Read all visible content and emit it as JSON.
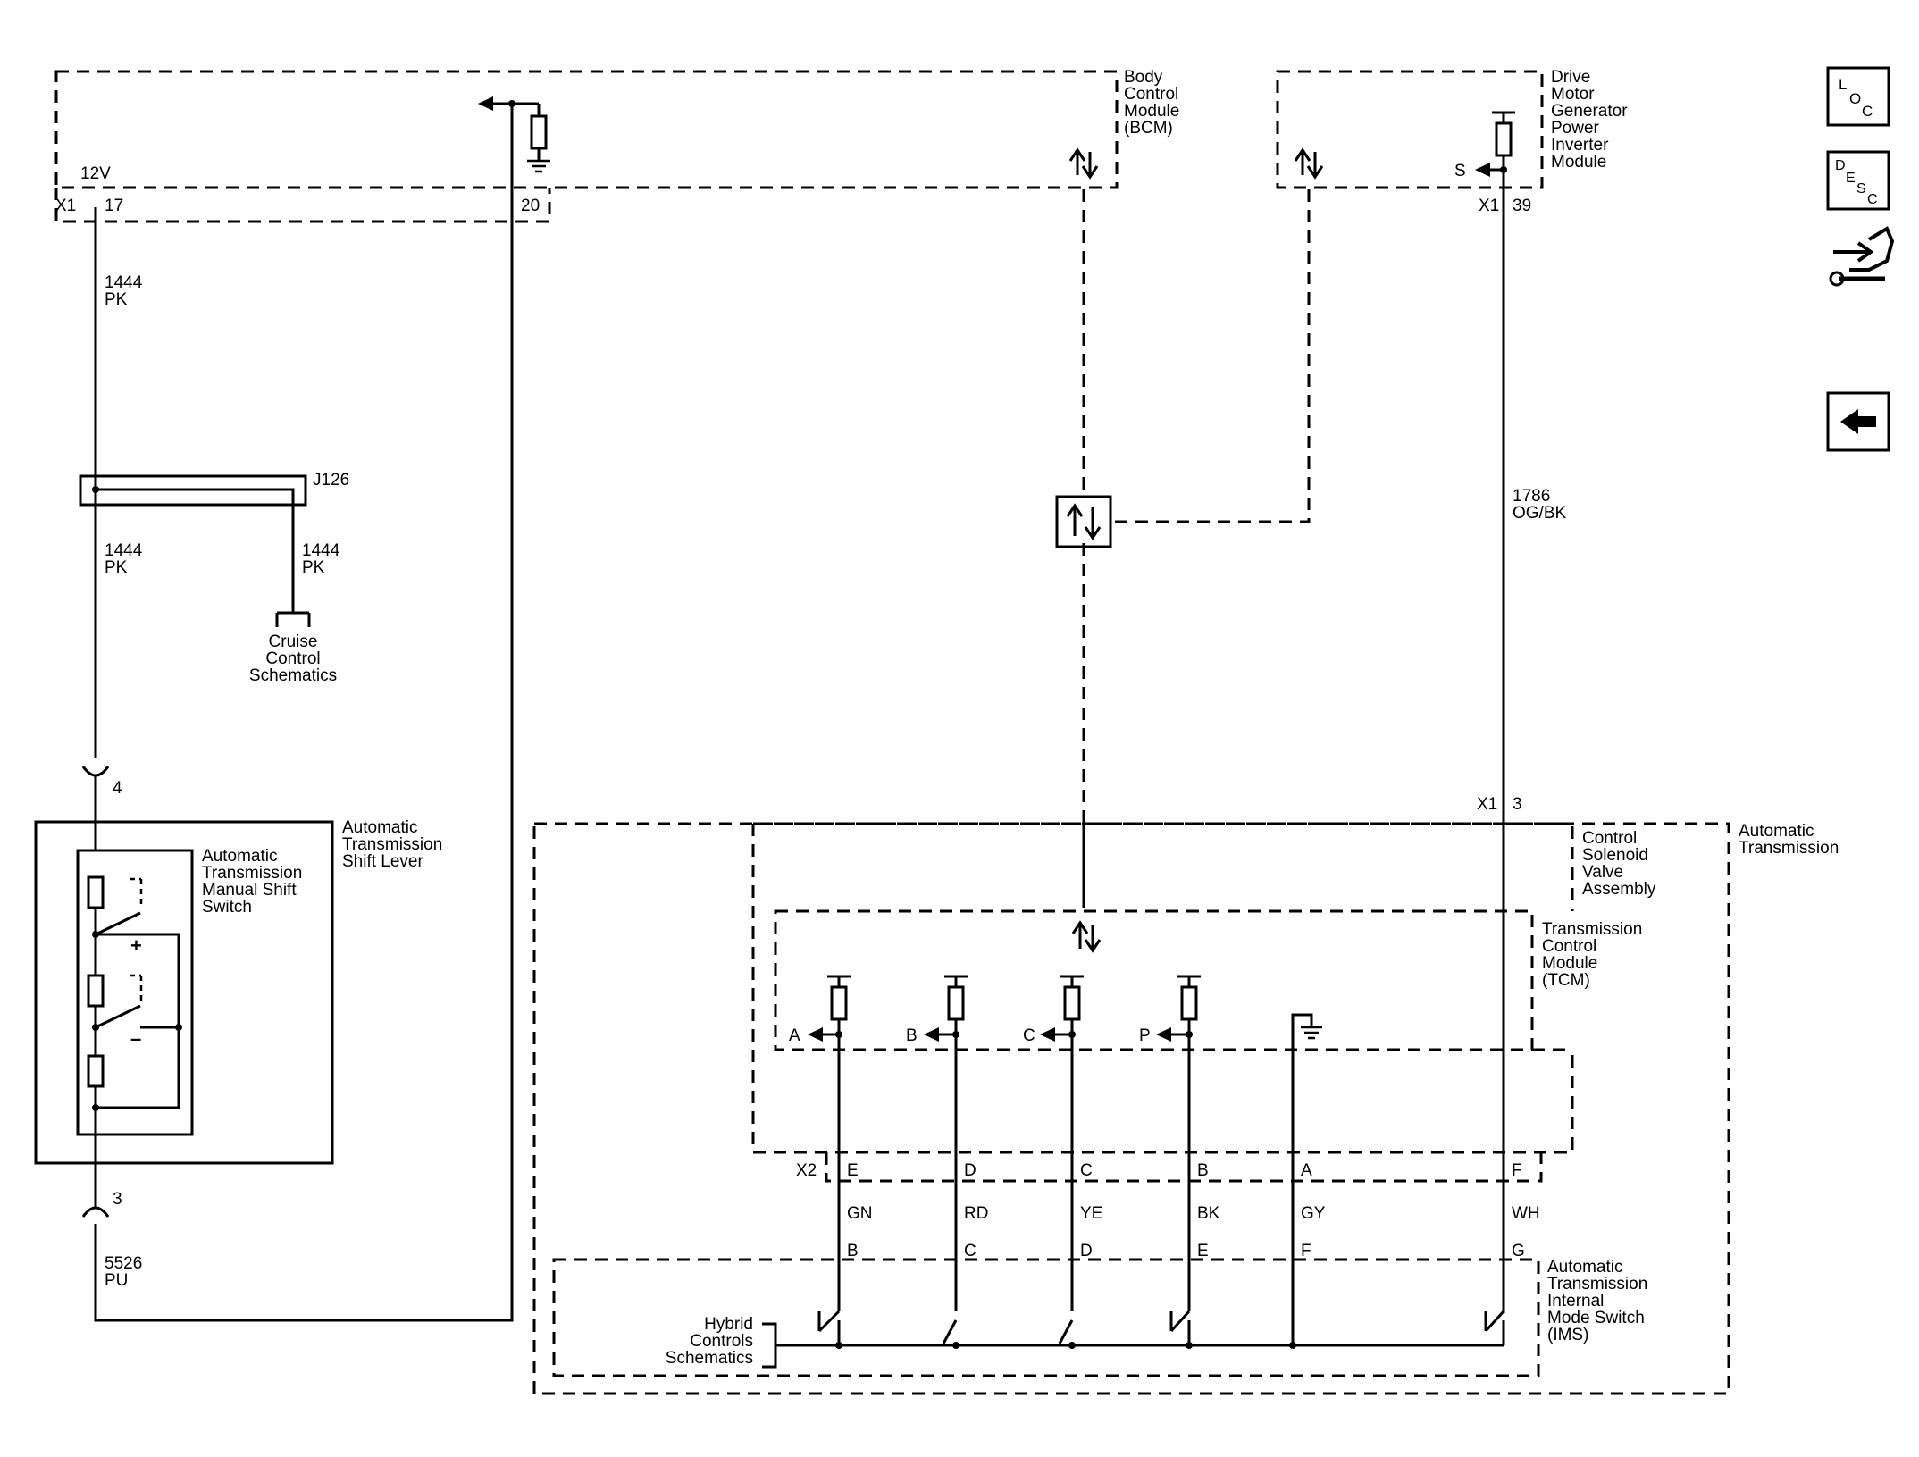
{
  "modules": {
    "bcm": [
      "Body",
      "Control",
      "Module",
      "(BCM)"
    ],
    "dmgpim": [
      "Drive",
      "Motor",
      "Generator",
      "Power",
      "Inverter",
      "Module"
    ],
    "shift_lever": [
      "Automatic",
      "Transmission",
      "Shift Lever"
    ],
    "manual_shift_switch": [
      "Automatic",
      "Transmission",
      "Manual Shift",
      "Switch"
    ],
    "control_solenoid": [
      "Control",
      "Solenoid",
      "Valve",
      "Assembly"
    ],
    "auto_trans": [
      "Automatic",
      "Transmission"
    ],
    "tcm": [
      "Transmission",
      "Control",
      "Module",
      "(TCM)"
    ],
    "ims": [
      "Automatic",
      "Transmission",
      "Internal",
      "Mode Switch",
      "(IMS)"
    ]
  },
  "references": {
    "cruise": [
      "Cruise",
      "Control",
      "Schematics"
    ],
    "hybrid": [
      "Hybrid",
      "Controls",
      "Schematics"
    ]
  },
  "pins": {
    "bcm_voltage": "12V",
    "bcm_connector": "X1",
    "bcm_pin_a": "17",
    "bcm_pin_b": "20",
    "dm_connector": "X1",
    "dm_pin": "39",
    "dm_signal": "S",
    "splice": "J126",
    "inline_4": "4",
    "inline_3": "3",
    "trans_connector": "X1",
    "trans_pin": "3",
    "x2_connector": "X2",
    "plus": "+",
    "minus": "–"
  },
  "wires": {
    "w1444_num": "1444",
    "w1444_color": "PK",
    "w5526_num": "5526",
    "w5526_color": "PU",
    "w1786_num": "1786",
    "w1786_color": "OG/BK"
  },
  "tcm_signals": [
    "A",
    "B",
    "C",
    "P"
  ],
  "x2_pins": [
    "E",
    "D",
    "C",
    "B",
    "A",
    "F"
  ],
  "wire_colors": [
    "GN",
    "RD",
    "YE",
    "BK",
    "GY",
    "WH"
  ],
  "ims_pins": [
    "B",
    "C",
    "D",
    "E",
    "F",
    "G"
  ],
  "side_icons": {
    "loc": [
      "L",
      "O",
      "C"
    ],
    "desc": [
      "D",
      "E",
      "S",
      "C"
    ],
    "connector_icon": "connector-end-view-icon",
    "back_icon": "back-arrow-icon"
  }
}
